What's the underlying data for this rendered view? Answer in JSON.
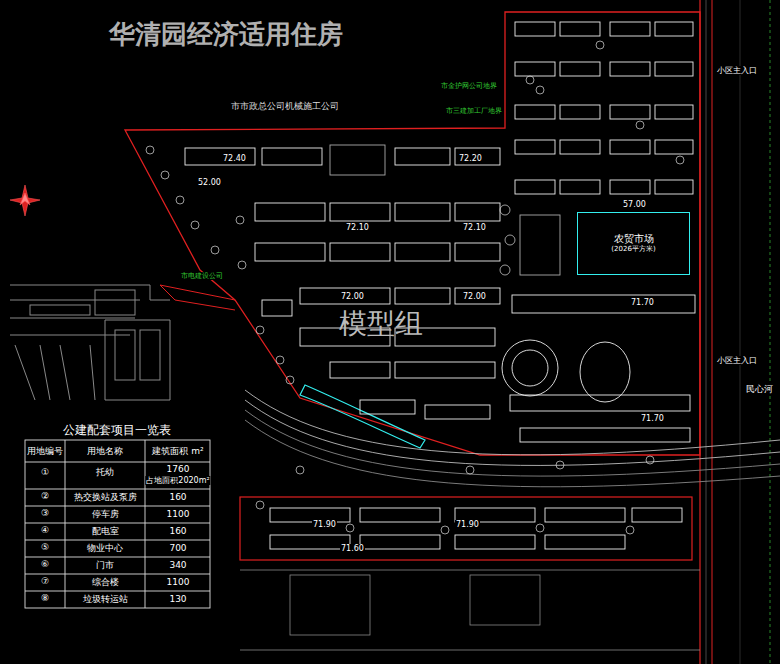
{
  "diagram": {
    "title": "华清园经济适用住房",
    "nodes": [
      {
        "text": [
          "农贸市场",
          "(2026平方米)"
        ]
      }
    ],
    "labels": [
      "市市政总公司机械施工公司",
      "市金护网公司地界",
      "市三建加工厂地界",
      "小区主入口",
      "小区主入口",
      "市电建设公司",
      "民心河",
      "模型组",
      "72.40",
      "72.20",
      "52.00",
      "72.10",
      "72.10",
      "72.00",
      "72.00",
      "57.00",
      "71.70",
      "71.70",
      "71.90",
      "71.90",
      "71.60",
      "公建配套项目一览表",
      "用地编号",
      "用地名称",
      "建筑面积 m²",
      "①",
      "托幼",
      "1760",
      "占地面积2020m²",
      "②",
      "热交换站及泵房",
      "160",
      "③",
      "停车房",
      "1100",
      "④",
      "配电室",
      "160",
      "⑤",
      "物业中心",
      "700",
      "⑥",
      "门市",
      "340",
      "⑦",
      "综合楼",
      "1100",
      "⑧",
      "垃圾转运站",
      "130"
    ]
  }
}
